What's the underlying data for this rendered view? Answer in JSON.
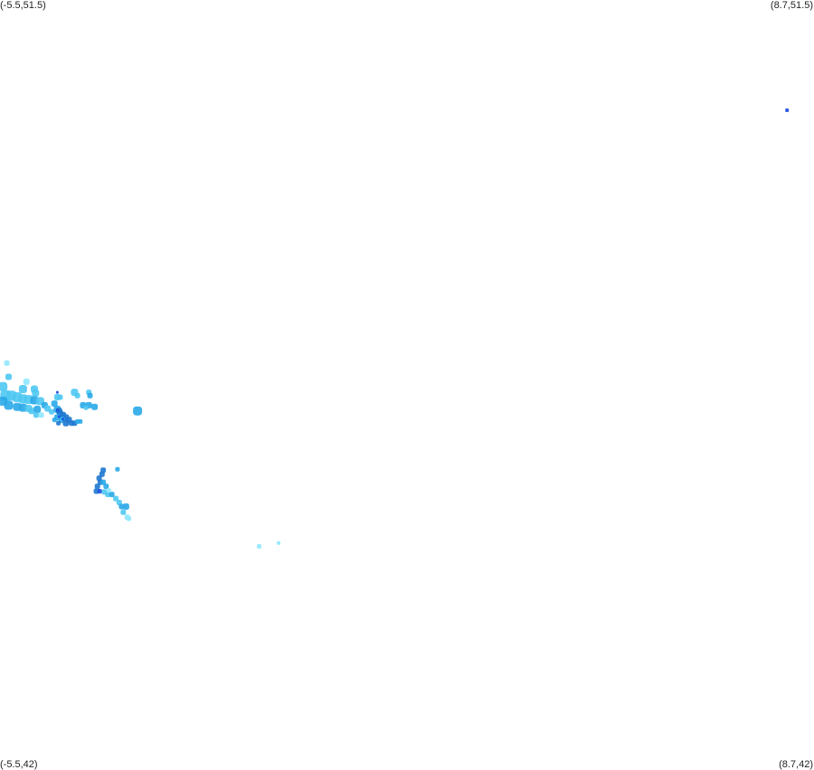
{
  "corner_labels": {
    "top_left": "(-5.5,51.5)",
    "top_right": "(8.7,51.5)",
    "bottom_left": "(-5.5,42)",
    "bottom_right": "(8.7,42)"
  },
  "chart_data": {
    "type": "scatter",
    "xlim": [
      -5.5,
      8.7
    ],
    "ylim": [
      42,
      51.5
    ],
    "grid": false,
    "colors": {
      "pale": "#8fe8ff",
      "light": "#4fc8f2",
      "mid": "#29a8e8",
      "dark": "#1e78d0",
      "deep": "#1a4fe0"
    },
    "points": [
      {
        "lon": -5.38,
        "lat": 47.02,
        "size": 6,
        "shade": "pale"
      },
      {
        "lon": -5.35,
        "lat": 46.85,
        "size": 7,
        "shade": "light"
      },
      {
        "lon": -5.04,
        "lat": 46.79,
        "size": 7,
        "shade": "pale"
      },
      {
        "lon": -5.1,
        "lat": 46.7,
        "size": 9,
        "shade": "light"
      },
      {
        "lon": -4.9,
        "lat": 46.7,
        "size": 8,
        "shade": "light"
      },
      {
        "lon": -4.88,
        "lat": 46.65,
        "size": 8,
        "shade": "light"
      },
      {
        "lon": -5.45,
        "lat": 46.73,
        "size": 10,
        "shade": "light"
      },
      {
        "lon": -5.4,
        "lat": 46.62,
        "size": 12,
        "shade": "light"
      },
      {
        "lon": -5.3,
        "lat": 46.62,
        "size": 11,
        "shade": "light"
      },
      {
        "lon": -5.2,
        "lat": 46.6,
        "size": 11,
        "shade": "light"
      },
      {
        "lon": -5.1,
        "lat": 46.58,
        "size": 10,
        "shade": "light"
      },
      {
        "lon": -5.0,
        "lat": 46.57,
        "size": 10,
        "shade": "light"
      },
      {
        "lon": -4.9,
        "lat": 46.56,
        "size": 9,
        "shade": "mid"
      },
      {
        "lon": -4.8,
        "lat": 46.55,
        "size": 9,
        "shade": "light"
      },
      {
        "lon": -5.45,
        "lat": 46.55,
        "size": 10,
        "shade": "mid"
      },
      {
        "lon": -5.35,
        "lat": 46.5,
        "size": 10,
        "shade": "mid"
      },
      {
        "lon": -5.2,
        "lat": 46.48,
        "size": 9,
        "shade": "mid"
      },
      {
        "lon": -5.1,
        "lat": 46.47,
        "size": 9,
        "shade": "mid"
      },
      {
        "lon": -5.0,
        "lat": 46.46,
        "size": 8,
        "shade": "light"
      },
      {
        "lon": -4.95,
        "lat": 46.43,
        "size": 7,
        "shade": "light"
      },
      {
        "lon": -4.85,
        "lat": 46.45,
        "size": 8,
        "shade": "mid"
      },
      {
        "lon": -4.72,
        "lat": 46.5,
        "size": 7,
        "shade": "mid"
      },
      {
        "lon": -4.67,
        "lat": 46.46,
        "size": 7,
        "shade": "light"
      },
      {
        "lon": -4.6,
        "lat": 46.42,
        "size": 6,
        "shade": "light"
      },
      {
        "lon": -4.87,
        "lat": 46.38,
        "size": 6,
        "shade": "light"
      },
      {
        "lon": -4.78,
        "lat": 46.38,
        "size": 6,
        "shade": "pale"
      },
      {
        "lon": -4.5,
        "lat": 46.6,
        "size": 7,
        "shade": "light"
      },
      {
        "lon": -4.45,
        "lat": 46.6,
        "size": 6,
        "shade": "light"
      },
      {
        "lon": -4.55,
        "lat": 46.52,
        "size": 7,
        "shade": "mid"
      },
      {
        "lon": -4.5,
        "lat": 46.45,
        "size": 8,
        "shade": "mid"
      },
      {
        "lon": -4.47,
        "lat": 46.43,
        "size": 7,
        "shade": "dark"
      },
      {
        "lon": -4.45,
        "lat": 46.4,
        "size": 7,
        "shade": "dark"
      },
      {
        "lon": -4.4,
        "lat": 46.38,
        "size": 7,
        "shade": "dark"
      },
      {
        "lon": -4.35,
        "lat": 46.35,
        "size": 7,
        "shade": "dark"
      },
      {
        "lon": -4.3,
        "lat": 46.32,
        "size": 7,
        "shade": "dark"
      },
      {
        "lon": -4.5,
        "lat": 46.35,
        "size": 7,
        "shade": "mid"
      },
      {
        "lon": -4.42,
        "lat": 46.32,
        "size": 7,
        "shade": "mid"
      },
      {
        "lon": -4.35,
        "lat": 46.28,
        "size": 7,
        "shade": "dark"
      },
      {
        "lon": -4.25,
        "lat": 46.28,
        "size": 6,
        "shade": "dark"
      },
      {
        "lon": -4.2,
        "lat": 46.28,
        "size": 6,
        "shade": "dark"
      },
      {
        "lon": -4.15,
        "lat": 46.3,
        "size": 5,
        "shade": "mid"
      },
      {
        "lon": -4.1,
        "lat": 46.3,
        "size": 5,
        "shade": "mid"
      },
      {
        "lon": -4.55,
        "lat": 46.32,
        "size": 5,
        "shade": "mid"
      },
      {
        "lon": -4.48,
        "lat": 46.28,
        "size": 5,
        "shade": "dark"
      },
      {
        "lon": -4.5,
        "lat": 46.44,
        "size": 3,
        "shade": "deep"
      },
      {
        "lon": -4.47,
        "lat": 46.36,
        "size": 3,
        "shade": "deep"
      },
      {
        "lon": -4.4,
        "lat": 46.33,
        "size": 3,
        "shade": "deep"
      },
      {
        "lon": -4.5,
        "lat": 46.66,
        "size": 3,
        "shade": "deep"
      },
      {
        "lon": -4.2,
        "lat": 46.66,
        "size": 8,
        "shade": "light"
      },
      {
        "lon": -4.15,
        "lat": 46.62,
        "size": 6,
        "shade": "light"
      },
      {
        "lon": -3.95,
        "lat": 46.66,
        "size": 6,
        "shade": "light"
      },
      {
        "lon": -3.93,
        "lat": 46.62,
        "size": 6,
        "shade": "mid"
      },
      {
        "lon": -4.05,
        "lat": 46.5,
        "size": 7,
        "shade": "mid"
      },
      {
        "lon": -3.95,
        "lat": 46.5,
        "size": 7,
        "shade": "mid"
      },
      {
        "lon": -4.0,
        "lat": 46.47,
        "size": 5,
        "shade": "light"
      },
      {
        "lon": -3.85,
        "lat": 46.48,
        "size": 7,
        "shade": "mid"
      },
      {
        "lon": -3.1,
        "lat": 46.43,
        "size": 10,
        "shade": "mid"
      },
      {
        "lon": -3.45,
        "lat": 45.71,
        "size": 5,
        "shade": "mid"
      },
      {
        "lon": -3.7,
        "lat": 45.7,
        "size": 6,
        "shade": "dark"
      },
      {
        "lon": -3.72,
        "lat": 45.65,
        "size": 6,
        "shade": "dark"
      },
      {
        "lon": -3.77,
        "lat": 45.6,
        "size": 6,
        "shade": "dark"
      },
      {
        "lon": -3.75,
        "lat": 45.55,
        "size": 6,
        "shade": "dark"
      },
      {
        "lon": -3.8,
        "lat": 45.5,
        "size": 6,
        "shade": "dark"
      },
      {
        "lon": -3.82,
        "lat": 45.44,
        "size": 6,
        "shade": "dark"
      },
      {
        "lon": -3.76,
        "lat": 45.44,
        "size": 5,
        "shade": "deep"
      },
      {
        "lon": -3.7,
        "lat": 45.55,
        "size": 6,
        "shade": "mid"
      },
      {
        "lon": -3.65,
        "lat": 45.5,
        "size": 6,
        "shade": "mid"
      },
      {
        "lon": -3.68,
        "lat": 45.43,
        "size": 6,
        "shade": "light"
      },
      {
        "lon": -3.62,
        "lat": 45.4,
        "size": 6,
        "shade": "light"
      },
      {
        "lon": -3.55,
        "lat": 45.4,
        "size": 6,
        "shade": "mid"
      },
      {
        "lon": -3.6,
        "lat": 45.45,
        "size": 5,
        "shade": "pale"
      },
      {
        "lon": -3.48,
        "lat": 45.35,
        "size": 6,
        "shade": "light"
      },
      {
        "lon": -3.42,
        "lat": 45.3,
        "size": 6,
        "shade": "light"
      },
      {
        "lon": -3.38,
        "lat": 45.25,
        "size": 6,
        "shade": "mid"
      },
      {
        "lon": -3.3,
        "lat": 45.25,
        "size": 7,
        "shade": "mid"
      },
      {
        "lon": -3.35,
        "lat": 45.18,
        "size": 6,
        "shade": "light"
      },
      {
        "lon": -3.28,
        "lat": 45.12,
        "size": 6,
        "shade": "pale"
      },
      {
        "lon": -3.25,
        "lat": 45.1,
        "size": 5,
        "shade": "pale"
      },
      {
        "lon": -0.98,
        "lat": 44.76,
        "size": 5,
        "shade": "pale"
      },
      {
        "lon": -0.64,
        "lat": 44.8,
        "size": 4,
        "shade": "pale"
      },
      {
        "lon": 8.23,
        "lat": 50.14,
        "size": 4,
        "shade": "deep"
      }
    ]
  }
}
